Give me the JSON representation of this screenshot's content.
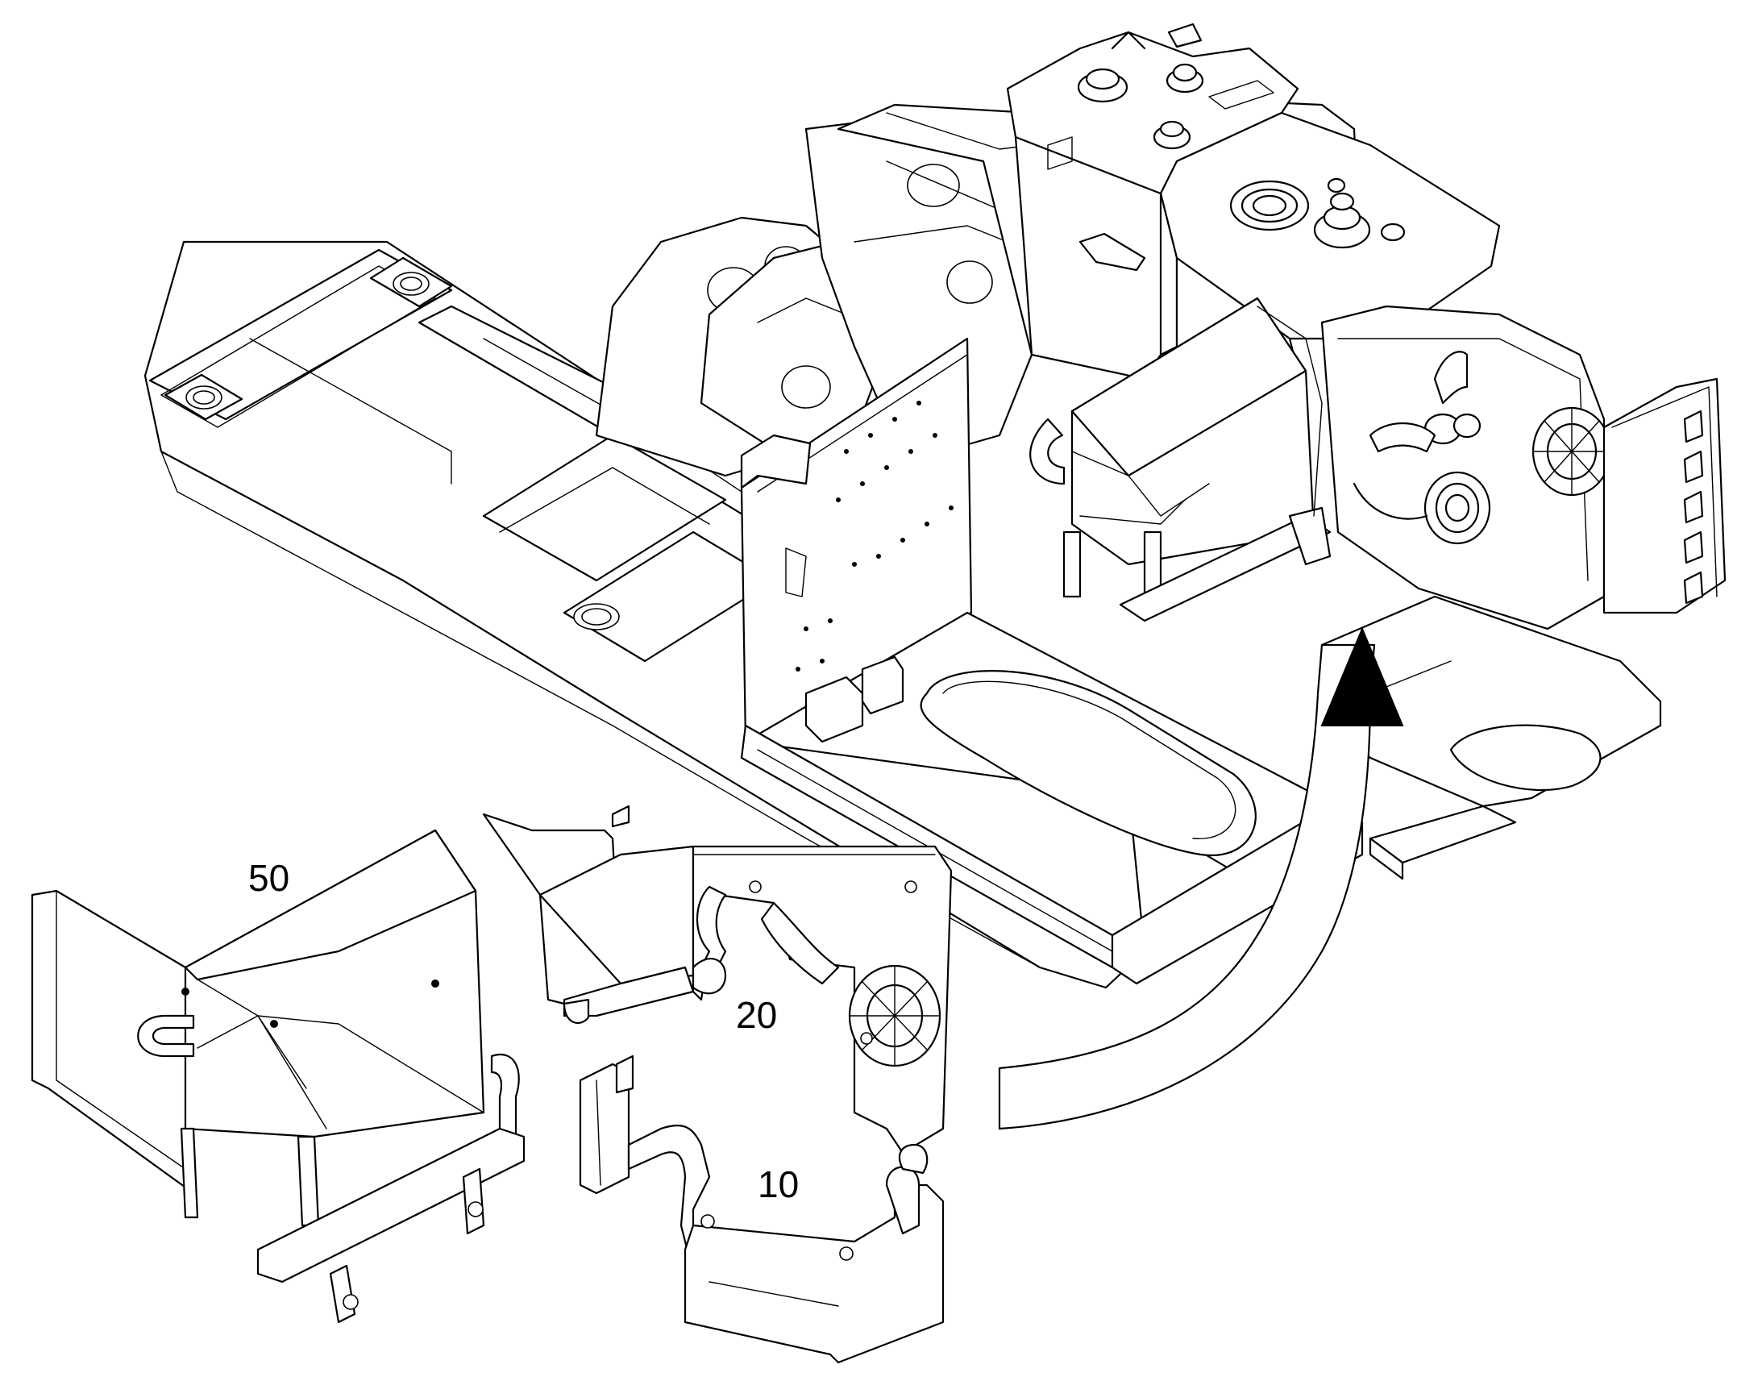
{
  "callouts": {
    "part_50": "50",
    "part_20": "20",
    "part_10": "10"
  },
  "colors": {
    "line": "#000000",
    "background": "#ffffff"
  }
}
